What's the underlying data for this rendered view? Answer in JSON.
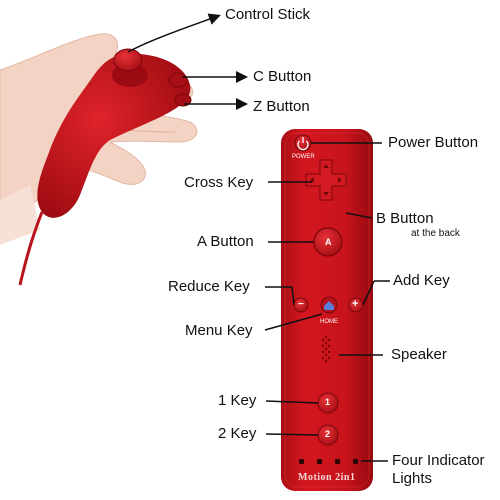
{
  "labels": {
    "control_stick": "Control Stick",
    "c_button": "C Button",
    "z_button": "Z Button",
    "power_button": "Power Button",
    "cross_key": "Cross Key",
    "b_button": "B Button",
    "b_button_note": "at the back",
    "a_button": "A Button",
    "reduce_key": "Reduce Key",
    "add_key": "Add Key",
    "menu_key": "Menu Key",
    "speaker": "Speaker",
    "one_key": "1 Key",
    "two_key": "2 Key",
    "four_indicator": "Four Indicator",
    "lights": "Lights"
  },
  "remote_text": {
    "power": "POWER",
    "home": "HOME",
    "a": "A",
    "one": "1",
    "two": "2",
    "minus": "−",
    "plus": "+",
    "brand": "Motion 2in1"
  },
  "colors": {
    "device_red": "#c8141c",
    "device_dark": "#8e0b10",
    "home_blue": "#5a7fd8",
    "line": "#111111"
  }
}
